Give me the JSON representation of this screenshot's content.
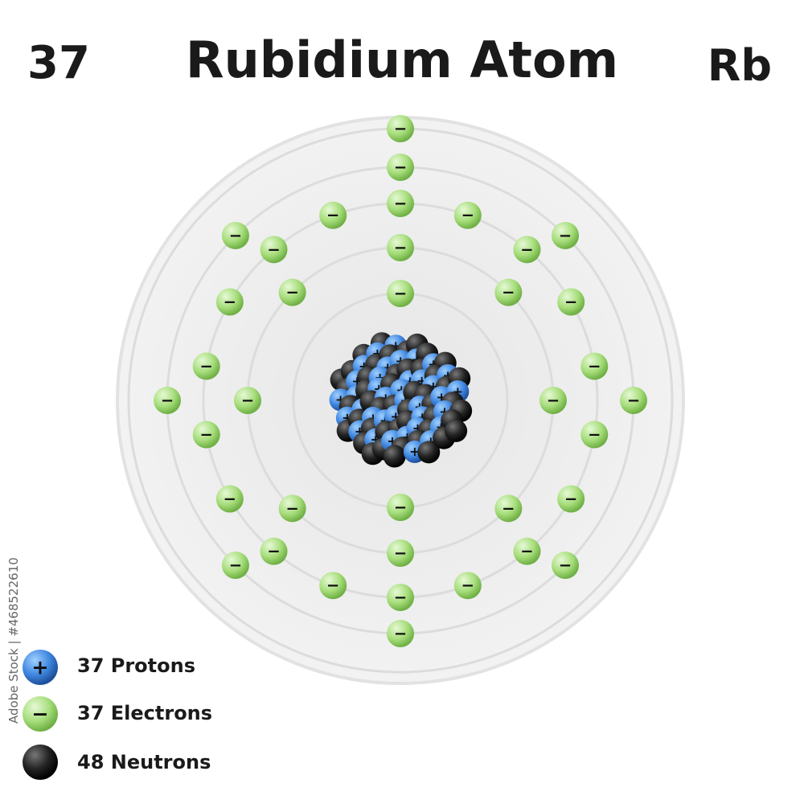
{
  "header": {
    "atomic_number": "37",
    "title": "Rubidium Atom",
    "symbol": "Rb"
  },
  "legend": [
    {
      "label": "37 Protons",
      "kind": "proton"
    },
    {
      "label": "37 Electrons",
      "kind": "electron"
    },
    {
      "label": "48 Neutrons",
      "kind": "neutron"
    }
  ],
  "particles": {
    "protons": 37,
    "electrons": 37,
    "neutrons": 48
  },
  "shells": [
    {
      "electrons": 2
    },
    {
      "electrons": 8
    },
    {
      "electrons": 18
    },
    {
      "electrons": 8
    },
    {
      "electrons": 1
    }
  ],
  "signs": {
    "proton": "+",
    "electron": "−"
  },
  "side_id": "Adobe Stock | #468522610",
  "colors": {
    "proton": "#3f86e0",
    "electron": "#a6dd7a",
    "neutron": "#1e1e1e",
    "shell_ring": "#dcdcdc",
    "disk": "#ededed"
  }
}
